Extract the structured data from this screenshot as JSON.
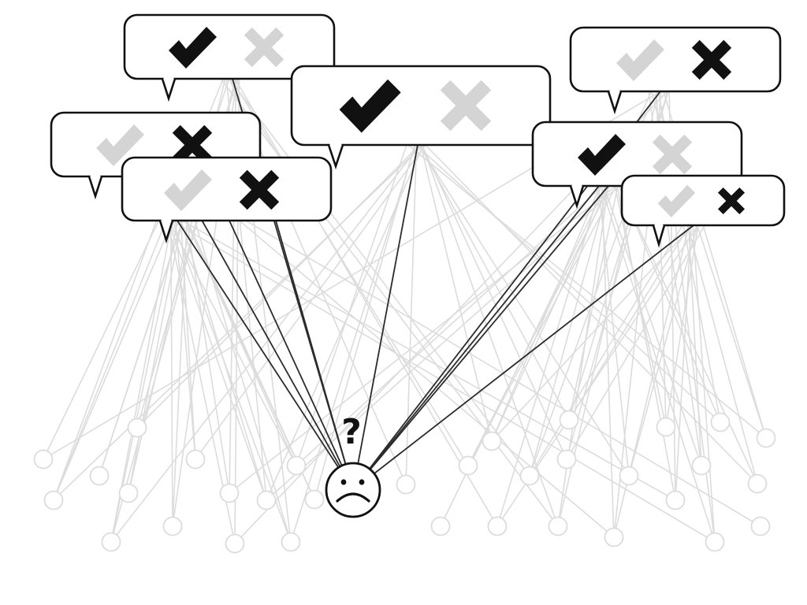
{
  "diagram": {
    "question_mark": "?",
    "user_mood": "sad",
    "colors": {
      "approve_active": "#111111",
      "reject_active": "#111111",
      "inactive": "#d4d4d4",
      "edge_highlight": "#2b2b2b",
      "edge_background": "#dcdcdc",
      "node_outline": "#dcdcdc",
      "bubble_outline": "#111111"
    },
    "opinions": [
      {
        "id": "bubble-a",
        "verdict": "approve",
        "approve_icon": "check-icon",
        "reject_icon": "cross-icon"
      },
      {
        "id": "bubble-b",
        "verdict": "approve",
        "approve_icon": "check-icon",
        "reject_icon": "cross-icon"
      },
      {
        "id": "bubble-c",
        "verdict": "reject",
        "approve_icon": "check-icon",
        "reject_icon": "cross-icon"
      },
      {
        "id": "bubble-d",
        "verdict": "reject",
        "approve_icon": "check-icon",
        "reject_icon": "cross-icon"
      },
      {
        "id": "bubble-e",
        "verdict": "reject",
        "approve_icon": "check-icon",
        "reject_icon": "cross-icon"
      },
      {
        "id": "bubble-f",
        "verdict": "approve",
        "approve_icon": "check-icon",
        "reject_icon": "cross-icon"
      },
      {
        "id": "bubble-g",
        "verdict": "reject",
        "approve_icon": "check-icon",
        "reject_icon": "cross-icon"
      }
    ]
  }
}
